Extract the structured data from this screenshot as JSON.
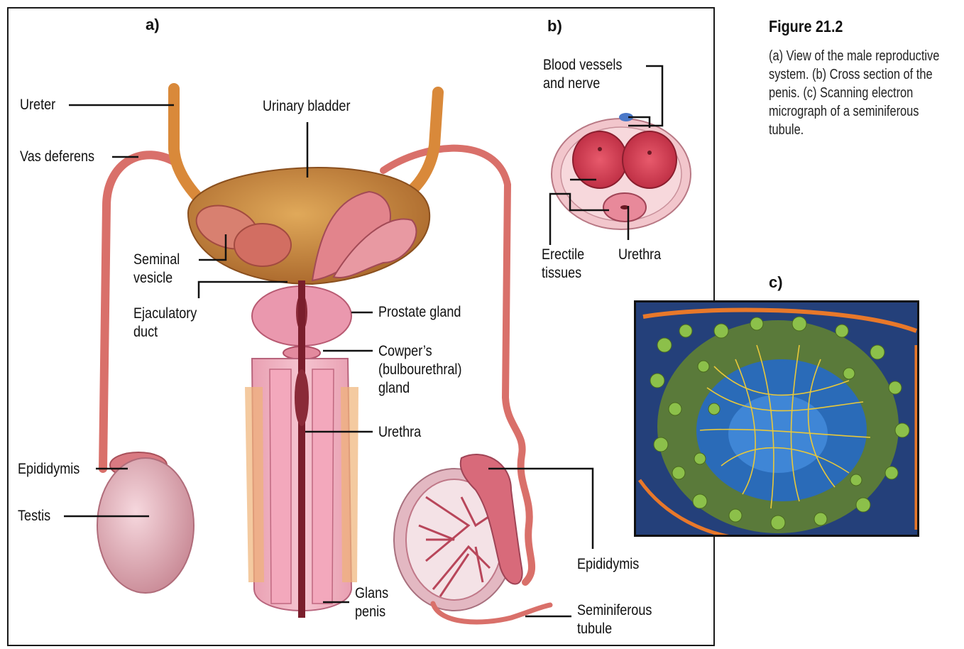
{
  "panels": {
    "a": "a)",
    "b": "b)",
    "c": "c)"
  },
  "figure": {
    "title": "Figure 21.2",
    "caption": "(a) View of the male reproductive system. (b) Cross section of the penis. (c) Scanning electron micrograph of a seminiferous tubule."
  },
  "labels": {
    "ureter": "Ureter",
    "urinary_bladder": "Urinary bladder",
    "vas_deferens": "Vas deferens",
    "seminal_vesicle": "Seminal\nvesicle",
    "ejaculatory_duct": "Ejaculatory\nduct",
    "prostate_gland": "Prostate gland",
    "cowpers_gland": "Cowper’s\n(bulbourethral)\ngland",
    "urethra_a": "Urethra",
    "epididymis_left": "Epididymis",
    "testis": "Testis",
    "glans_penis": "Glans\npenis",
    "epididymis_right": "Epididymis",
    "seminiferous_tubule": "Seminiferous\ntubule",
    "blood_vessels": "Blood vessels\nand nerve",
    "erectile_tissues": "Erectile\ntissues",
    "urethra_b": "Urethra"
  },
  "colors": {
    "bladder": "#c88a3c",
    "tissue_pink": "#e88aa0",
    "duct": "#e07a6a",
    "ureter": "#d9893a",
    "erectile_red": "#d4384e",
    "sem_blue": "#2a6bb8",
    "sem_yellow": "#e8c83a",
    "sem_green": "#8cc04a"
  }
}
